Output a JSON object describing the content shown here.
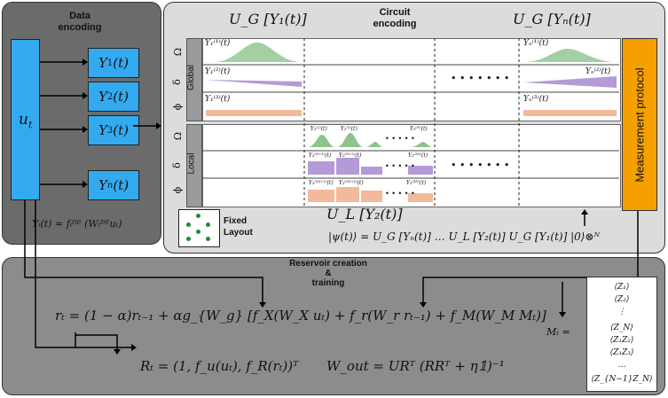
{
  "encoding": {
    "title": "Data\nencoding",
    "input_label": "u",
    "input_sub": "t",
    "outputs": [
      {
        "name": "Y",
        "sub": "1"
      },
      {
        "name": "Y",
        "sub": "2"
      },
      {
        "name": "Y",
        "sub": "3"
      },
      {
        "name": "Y",
        "sub": "n"
      }
    ],
    "formula": "Yᵢ(t) = fᵢᴰᴱ (Wᵢᴰᴱuₜ)"
  },
  "circuit": {
    "title": "Circuit\nencoding",
    "ug_left": "U_G [Y₁(t)]",
    "ug_right": "U_G [Yₙ(t)]",
    "ul_label": "U_L [Y₂(t)]",
    "group_global": "Global",
    "group_local": "Local",
    "row_symbols": [
      "Ω",
      "δ",
      "ϕ",
      "Ω",
      "δ",
      "ϕ"
    ],
    "global_labels_left": [
      "Y₁⁽¹⁾(t)",
      "Y₁⁽²⁾(t)",
      "Y₁⁽³⁾(t)"
    ],
    "global_labels_right": [
      "Yₙ⁽¹⁾(t)",
      "Yₙ⁽²⁾(t)",
      "Yₙ⁽³⁾(t)"
    ],
    "local_labels_row1": [
      "Y₂⁽¹⁾(t)",
      "Y₂⁽²⁾(t)",
      "Y₂⁽ᴺ⁾(t)"
    ],
    "local_labels_row2": [
      "Y₂⁽ᴺ⁺¹⁾(t)",
      "Y₂⁽ᴺ⁺²⁾(t)",
      "Y₂⁽²ᴺ⁾(t)"
    ],
    "local_labels_row3": [
      "Y₂⁽²ᴺ⁺¹⁾(t)",
      "Y₂⁽²ᴺ⁺²⁾(t)",
      "Y₂⁽³ᴺ⁾(t)"
    ],
    "ellipsis": "• • • • • • •",
    "small_ellipsis": "• • • • •",
    "measurement_label": "Measurement protocol",
    "layout_label": "Fixed\nLayout",
    "state_formula": "|ψ(t)⟩ = U_G [Yₙ(t)] … U_L [Y₂(t)] U_G [Y₁(t)] |0⟩⊗ᴺ"
  },
  "reservoir": {
    "title": "Reservoir creation\n&\ntraining",
    "r_update": "rₜ = (1 − α)rₜ₋₁ + αg_{W_g} [f_X(W_X uₜ) + f_r(W_r rₜ₋₁) + f_M(W_M Mₜ)]",
    "r_feature": "Rₜ = (1, f_u(uₜ), f_R(rₜ))ᵀ",
    "w_out": "W_out = URᵀ (RRᵀ + η𝟙)⁻¹",
    "m_label": "Mₜ =",
    "m_items": [
      "⟨Z₁⟩",
      "⟨Z₂⟩",
      "⋮",
      "⟨Z_N⟩",
      "⟨Z₁Z₂⟩",
      "⟨Z₁Z₃⟩",
      "…",
      "⟨Z_{N−1}Z_N⟩"
    ]
  },
  "colors": {
    "blue": "#33aaf0",
    "orange": "#f5a000",
    "green": "#8cc48c",
    "purple": "#b59ad8",
    "salmon": "#f2b99a"
  }
}
